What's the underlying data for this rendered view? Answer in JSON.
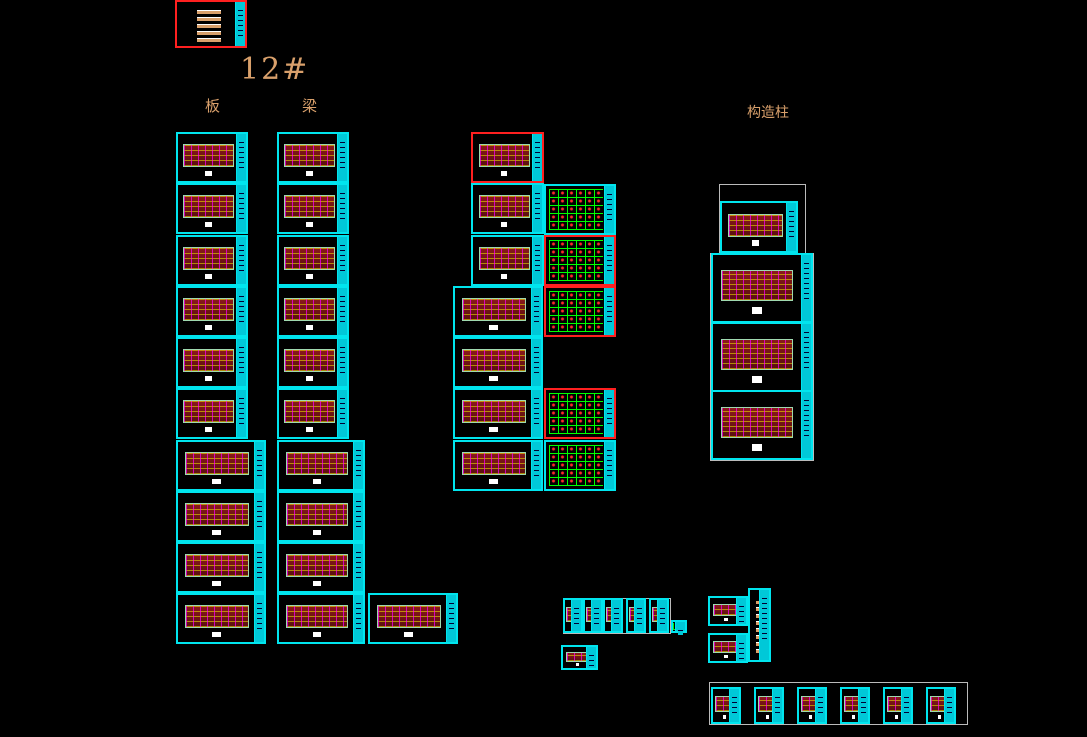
{
  "drawing": {
    "title": "12#",
    "sections": {
      "slab": "板",
      "beam": "梁",
      "constructional_column": "构造柱"
    }
  },
  "colors": {
    "background": "#000000",
    "sheet_border": "#00e5ee",
    "highlight_border": "#ff2020",
    "label": "#d9a06b"
  }
}
